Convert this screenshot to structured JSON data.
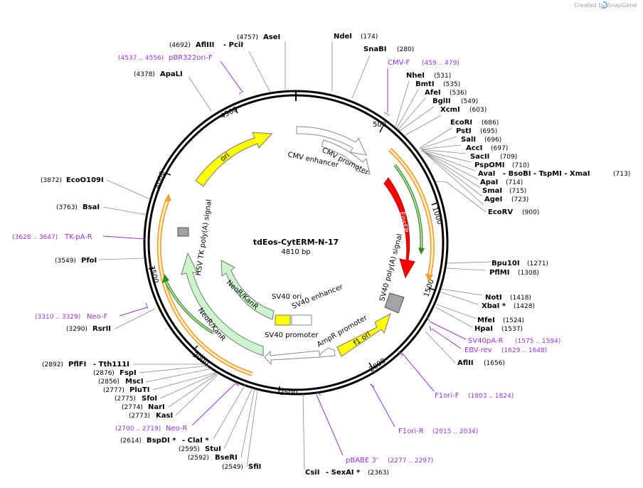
{
  "brand": {
    "created_by": "Created by",
    "name": "SnapGene"
  },
  "plasmid": {
    "name": "tdEos-CytERM-N-17",
    "length": "4810 bp"
  },
  "ticks": [
    "500",
    "1000",
    "1500",
    "2000",
    "2500",
    "3000",
    "3500",
    "4000",
    "4500"
  ],
  "enzymes_top": [
    {
      "name": "AseI",
      "pos": "(4757)"
    },
    {
      "name": "AflIII",
      "pos": "(4692)",
      "extra": "- PciI"
    },
    {
      "name": "ApaLI",
      "pos": "(4378)"
    },
    {
      "name": "NdeI",
      "pos": "(174)"
    },
    {
      "name": "SnaBI",
      "pos": "(280)"
    }
  ],
  "enzymes_right": [
    {
      "name": "NheI",
      "pos": "(531)"
    },
    {
      "name": "BmtI",
      "pos": "(535)"
    },
    {
      "name": "AfeI",
      "pos": "(536)"
    },
    {
      "name": "BglII",
      "pos": "(549)"
    },
    {
      "name": "XcmI",
      "pos": "(603)"
    },
    {
      "name": "EcoRI",
      "pos": "(686)"
    },
    {
      "name": "PstI",
      "pos": "(695)"
    },
    {
      "name": "SalI",
      "pos": "(696)"
    },
    {
      "name": "AccI",
      "pos": "(697)"
    },
    {
      "name": "SacII",
      "pos": "(709)"
    },
    {
      "name": "PspOMI",
      "pos": "(710)"
    },
    {
      "name": "AvaI",
      "pos": "(713)",
      "extra": "- BsoBI  - TspMI  - XmaI"
    },
    {
      "name": "ApaI",
      "pos": "(714)"
    },
    {
      "name": "SmaI",
      "pos": "(715)"
    },
    {
      "name": "AgeI",
      "pos": "(723)"
    },
    {
      "name": "EcoRV",
      "pos": "(900)"
    },
    {
      "name": "Bpu10I",
      "pos": "(1271)"
    },
    {
      "name": "PflMI",
      "pos": "(1308)"
    },
    {
      "name": "NotI",
      "pos": "(1418)"
    },
    {
      "name": "XbaI *",
      "pos": "(1428)"
    },
    {
      "name": "MfeI",
      "pos": "(1524)"
    },
    {
      "name": "HpaI",
      "pos": "(1537)"
    },
    {
      "name": "AflII",
      "pos": "(1656)"
    }
  ],
  "enzymes_left": [
    {
      "name": "EcoO109I",
      "pos": "(3872)"
    },
    {
      "name": "BsaI",
      "pos": "(3763)"
    },
    {
      "name": "PfoI",
      "pos": "(3549)"
    },
    {
      "name": "RsrII",
      "pos": "(3290)"
    },
    {
      "name": "PflFI",
      "pos": "(2892)",
      "extra": "- Tth111I"
    },
    {
      "name": "FspI",
      "pos": "(2876)"
    },
    {
      "name": "MscI",
      "pos": "(2856)"
    },
    {
      "name": "PluTI",
      "pos": "(2777)"
    },
    {
      "name": "SfoI",
      "pos": "(2775)"
    },
    {
      "name": "NarI",
      "pos": "(2774)"
    },
    {
      "name": "KasI",
      "pos": "(2773)"
    },
    {
      "name": "BspDI *",
      "pos": "(2614)",
      "extra": "- ClaI *"
    },
    {
      "name": "StuI",
      "pos": "(2595)"
    },
    {
      "name": "BseRI",
      "pos": "(2592)"
    },
    {
      "name": "SfiI",
      "pos": "(2549)"
    },
    {
      "name": "CsiI",
      "pos": "(2363)",
      "extra": "- SexAI *"
    }
  ],
  "primers": [
    {
      "name": "pBR322ori-F",
      "range": "(4537 .. 4556)"
    },
    {
      "name": "CMV-F",
      "range": "(459 .. 479)"
    },
    {
      "name": "TK-pA-R",
      "range": "(3628 .. 3647)"
    },
    {
      "name": "Neo-F",
      "range": "(3310 .. 3329)"
    },
    {
      "name": "SV40pA-R",
      "range": "(1575 .. 1594)"
    },
    {
      "name": "EBV-rev",
      "range": "(1629 .. 1648)"
    },
    {
      "name": "F1ori-F",
      "range": "(1803 .. 1824)"
    },
    {
      "name": "F1ori-R",
      "range": "(2015 .. 2034)"
    },
    {
      "name": "pBABE 3'",
      "range": "(2277 .. 2297)"
    },
    {
      "name": "Neo-R",
      "range": "(2700 .. 2719)"
    }
  ],
  "features": {
    "cmv_promoter": "CMV promoter",
    "cmv_enhancer": "CMV enhancer",
    "eosfp": "EosFP",
    "sv40_polya": "SV40 poly(A) signal",
    "f1_ori": "f1 ori",
    "ampr_promoter": "AmpR promoter",
    "sv40_promoter": "SV40 promoter",
    "sv40_ori": "SV40 ori",
    "sv40_enhancer": "SV40 enhancer",
    "neor_outer": "NeoR/KanR",
    "neor_inner": "NeoR/KanR",
    "hsv_polya": "HSV TK poly(A) signal",
    "ori": "ori"
  },
  "colors": {
    "eosfp": "#ff0000",
    "ori": "#ffff00",
    "neor": "#ccf5cc",
    "primer": "#9b30d9",
    "orf": "#f0a030",
    "orf_inner": "#2e8b1e",
    "terminator": "#a0a4a8"
  }
}
